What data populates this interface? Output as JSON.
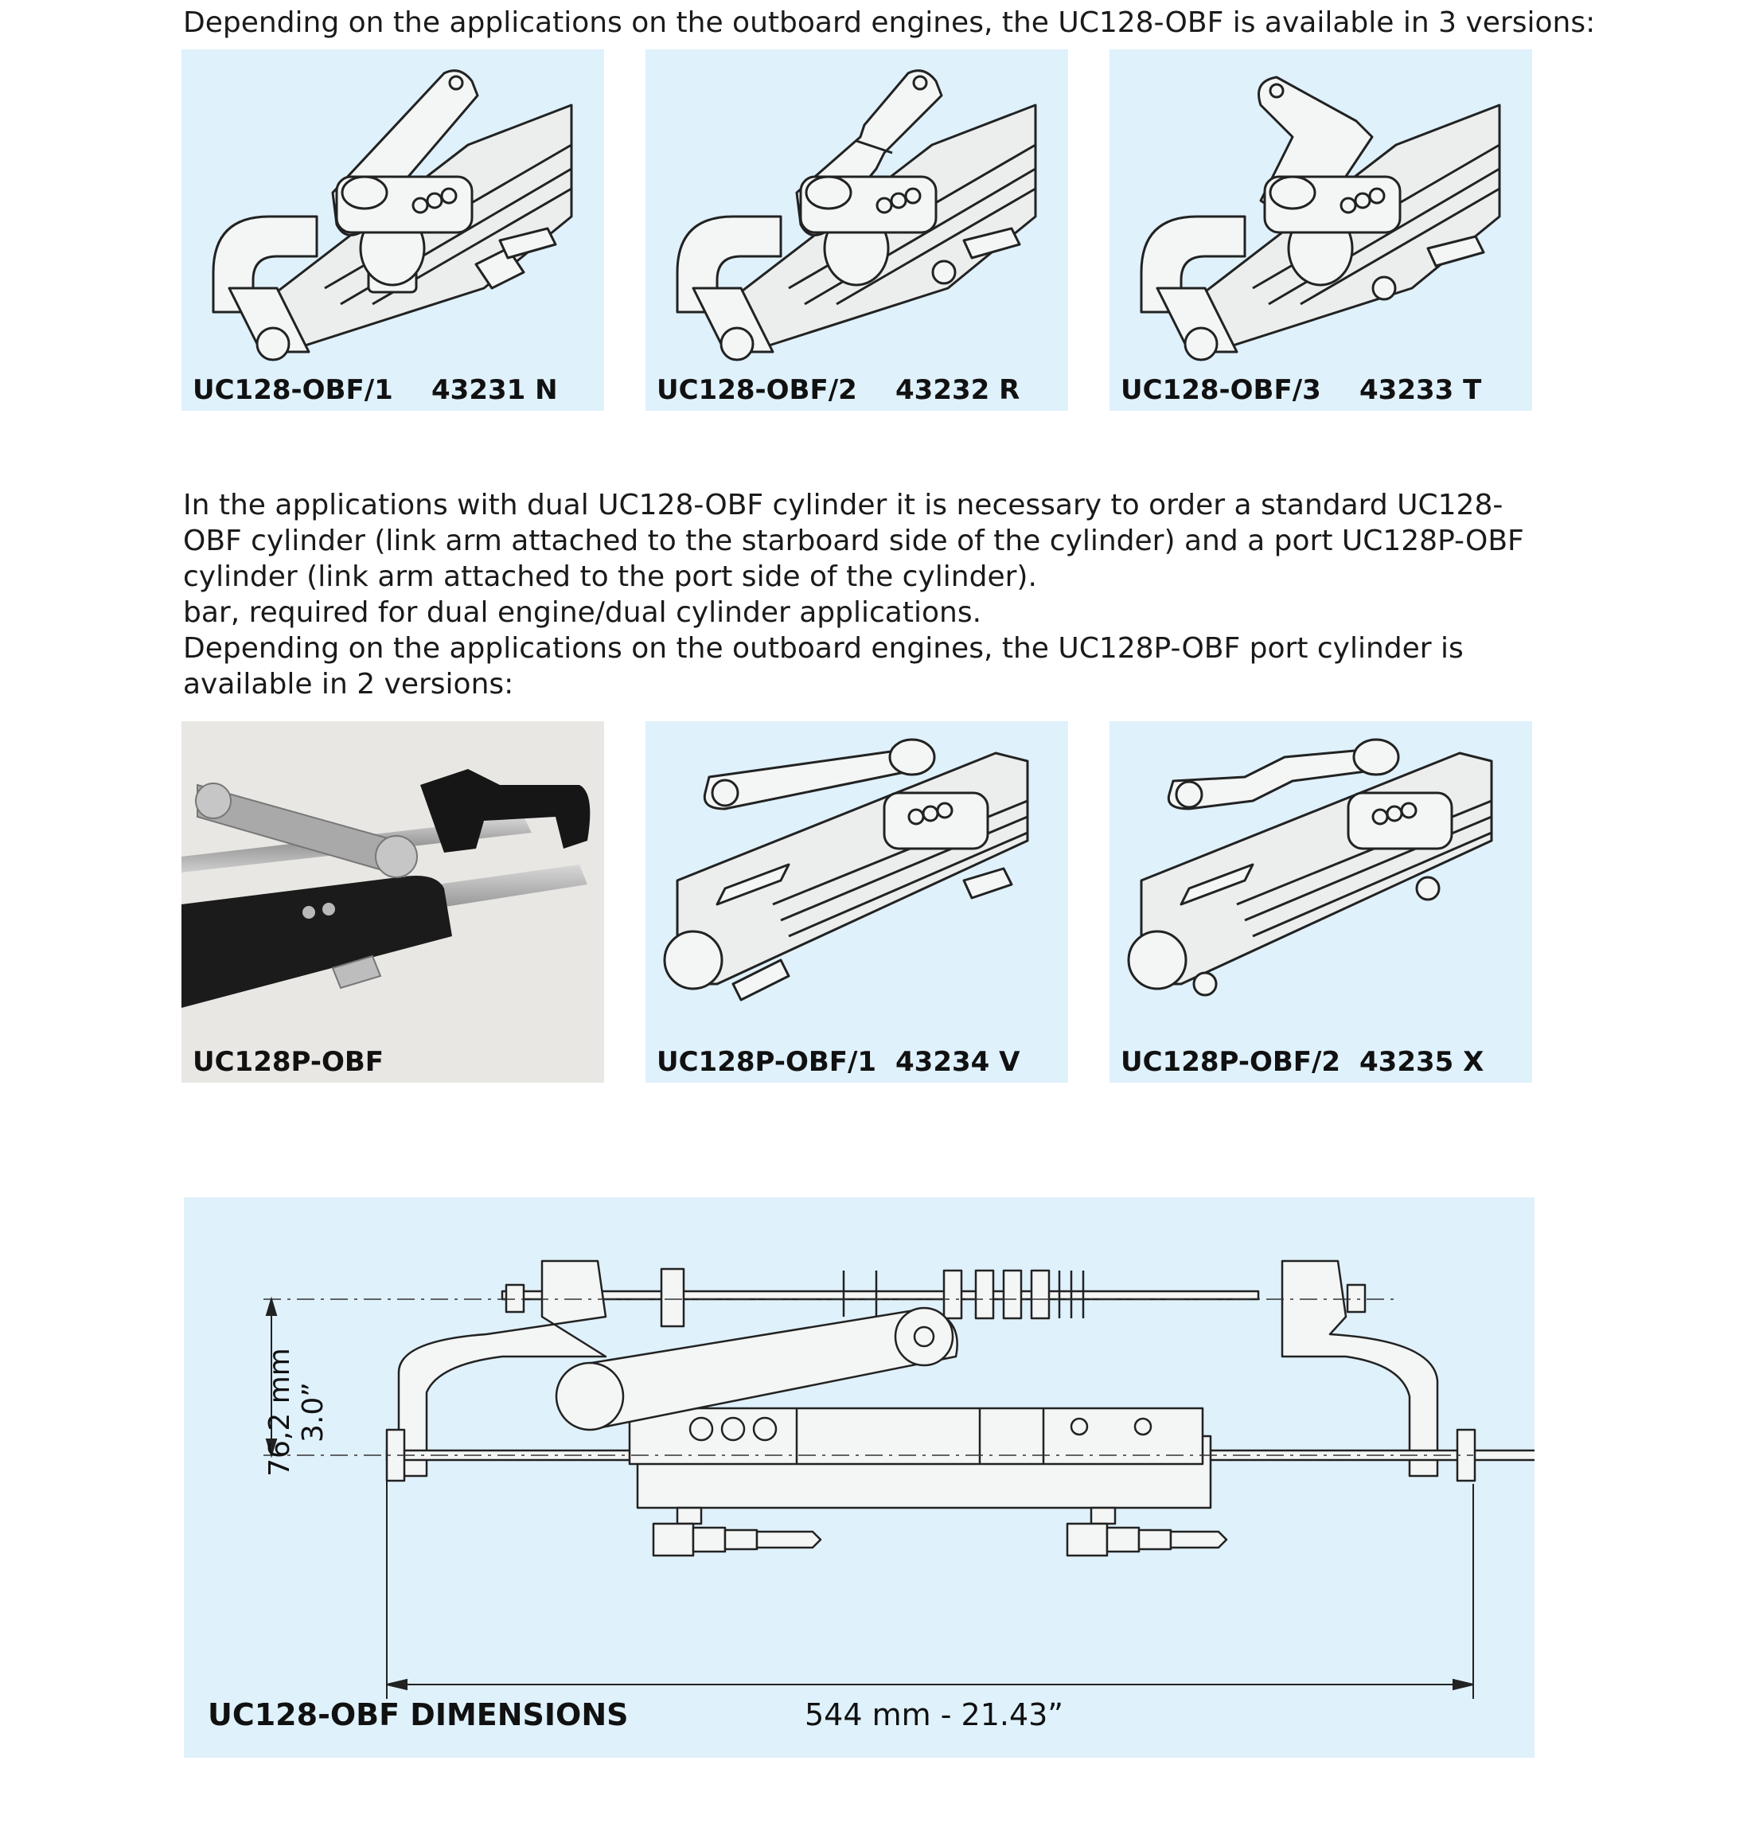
{
  "intro": {
    "line": "Depending on the applications on the outboard engines, the UC128-OBF is available in 3 versions:"
  },
  "versions_starboard": [
    {
      "model": "UC128-OBF/1",
      "code": "43231 N",
      "icon": "cylinder-drawing-straight-arm"
    },
    {
      "model": "UC128-OBF/2",
      "code": "43232 R",
      "icon": "cylinder-drawing-stepped-arm"
    },
    {
      "model": "UC128-OBF/3",
      "code": "43233 T",
      "icon": "cylinder-drawing-offset-arm"
    }
  ],
  "dual_text": {
    "lines": [
      "In the applications with dual UC128-OBF cylinder it is necessary to order a standard UC128-",
      "OBF cylinder (link arm attached to the starboard side of the cylinder) and a port UC128P-OBF",
      "cylinder (link arm attached to the port side of the cylinder).",
      "bar, required for dual engine/dual cylinder applications.",
      "Depending on the applications on the outboard engines, the UC128P-OBF port cylinder is",
      "available in 2 versions:"
    ]
  },
  "versions_port": [
    {
      "model": "UC128P-OBF",
      "code": "",
      "icon": "cylinder-photo"
    },
    {
      "model": "UC128P-OBF/1",
      "code": "43234 V",
      "icon": "port-cylinder-drawing-straight-arm"
    },
    {
      "model": "UC128P-OBF/2",
      "code": "43235 X",
      "icon": "port-cylinder-drawing-offset-arm"
    }
  ],
  "dimensions": {
    "title": "UC128-OBF DIMENSIONS",
    "length_label": "544 mm - 21.43”",
    "height_mm": "76,2 mm",
    "height_in": "3.0”"
  },
  "colors": {
    "panel_bg": "#dff1fb",
    "photo_bg": "#e8e6e2",
    "line": "#222222",
    "part_fill": "#f4f5f5"
  }
}
